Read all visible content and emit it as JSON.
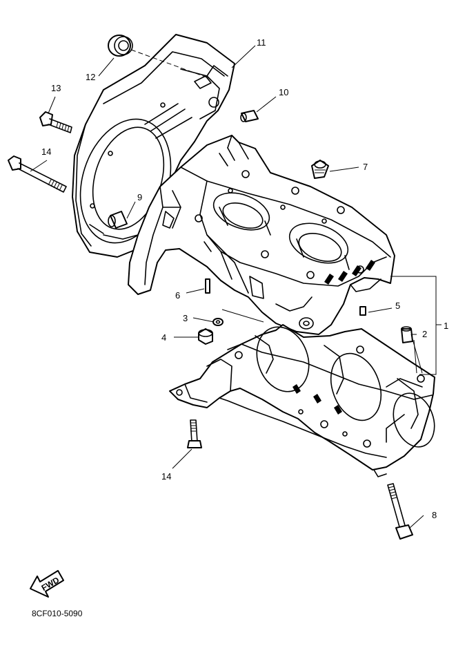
{
  "diagram": {
    "catalog_code": "8CF010-5090",
    "fwd_label": "FWD",
    "labels": {
      "p1": "1",
      "p2": "2",
      "p3": "3",
      "p4": "4",
      "p5": "5",
      "p6": "6",
      "p7": "7",
      "p8": "8",
      "p9": "9",
      "p10": "10",
      "p11": "11",
      "p12": "12",
      "p13": "13",
      "p14a": "14",
      "p14b": "14"
    }
  }
}
